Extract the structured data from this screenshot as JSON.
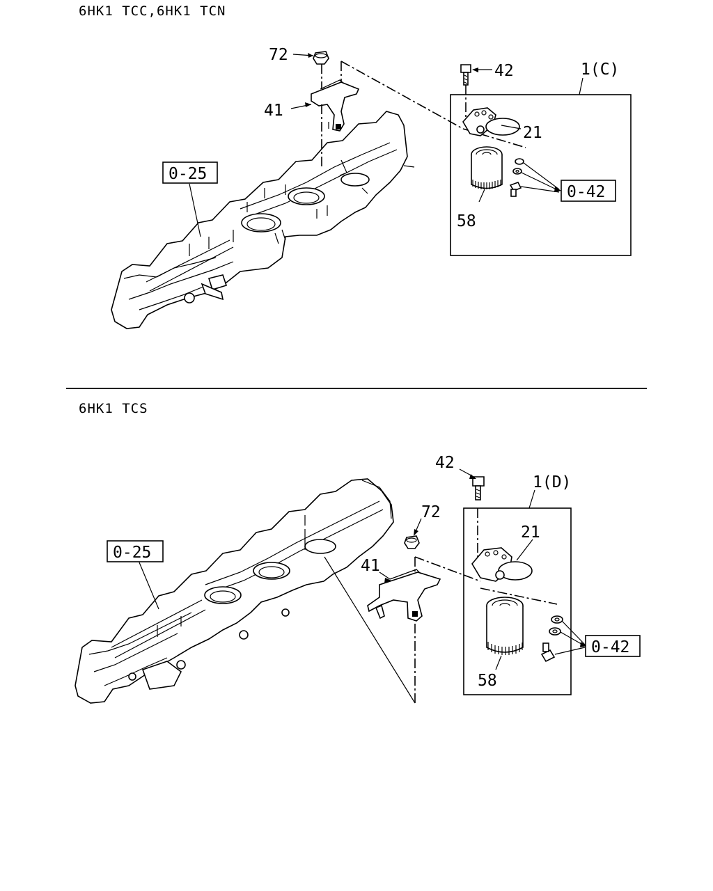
{
  "sections": [
    {
      "title": "6HK1 TCC,6HK1 TCN",
      "labels": {
        "nut": "72",
        "bracket": "41",
        "bolt": "42",
        "assembly": "1(C)",
        "head": "21",
        "filter": "58",
        "ref_manifold": "0-25",
        "ref_hardware": "0-42"
      }
    },
    {
      "title": "6HK1 TCS",
      "labels": {
        "nut": "72",
        "bracket": "41",
        "bolt": "42",
        "assembly": "1(D)",
        "head": "21",
        "filter": "58",
        "ref_manifold": "0-25",
        "ref_hardware": "0-42"
      }
    }
  ]
}
